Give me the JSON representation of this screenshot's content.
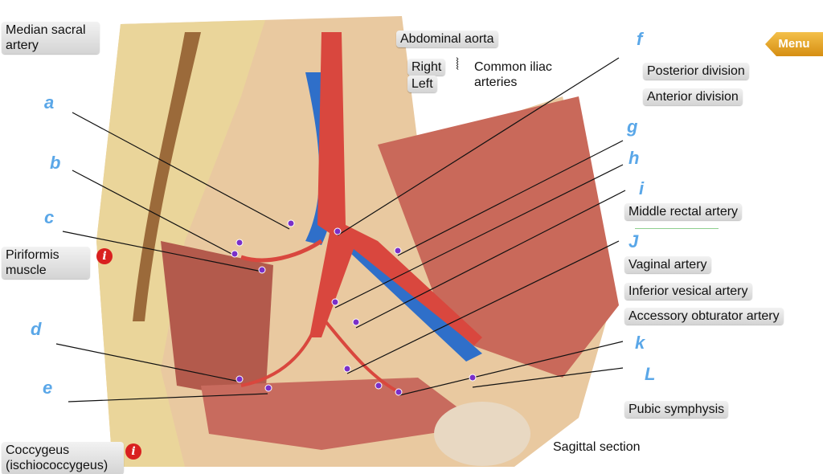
{
  "menu_label": "Menu",
  "labels": {
    "median_sacral": "Median sacral artery",
    "abdominal_aorta": "Abdominal aorta",
    "right": "Right",
    "left": "Left",
    "common_iliac": "Common iliac arteries",
    "posterior_division": "Posterior division",
    "anterior_division": "Anterior division",
    "middle_rectal": "Middle rectal artery",
    "vaginal": "Vaginal artery",
    "inferior_vesical": "Inferior vesical artery",
    "accessory_obturator": "Accessory obturator artery",
    "pubic_symphysis": "Pubic symphysis",
    "piriformis": "Piriformis muscle",
    "coccygeus": "Coccygeus (ischiococcygeus)",
    "sagittal": "Sagittal section",
    "info": "i"
  },
  "letters": [
    "a",
    "b",
    "c",
    "d",
    "e",
    "f",
    "g",
    "h",
    "i",
    "J",
    "k",
    "L"
  ],
  "colors": {
    "artery": "#d9473e",
    "vein": "#2f6fc9",
    "pin": "#7a2fc9",
    "letter": "#5aa7e8",
    "menu": "#e6a527"
  }
}
